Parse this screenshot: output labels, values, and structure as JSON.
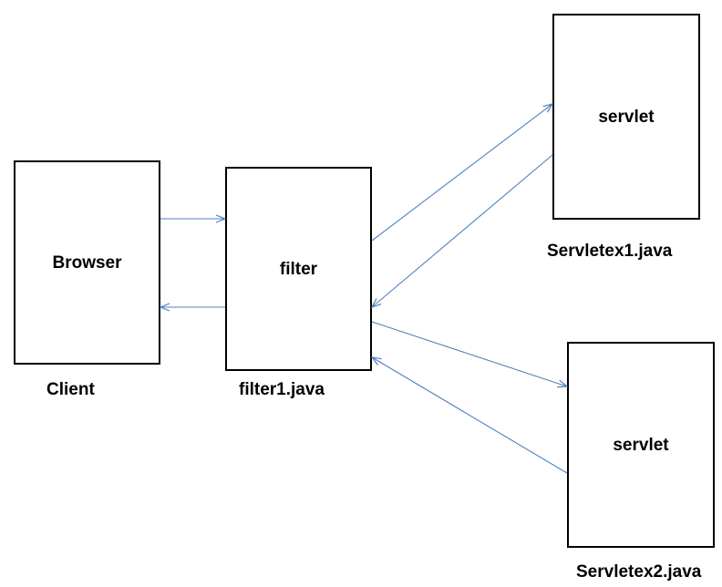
{
  "diagram": {
    "client": {
      "box_label": "Browser",
      "caption": "Client"
    },
    "filter": {
      "box_label": "filter",
      "caption": "filter1.java"
    },
    "servlet1": {
      "box_label": "servlet",
      "caption": "Servletex1.java"
    },
    "servlet2": {
      "box_label": "servlet",
      "caption": "Servletex2.java"
    }
  },
  "colors": {
    "arrow": "#4f81bd",
    "box_border": "#000000",
    "text": "#000000"
  }
}
